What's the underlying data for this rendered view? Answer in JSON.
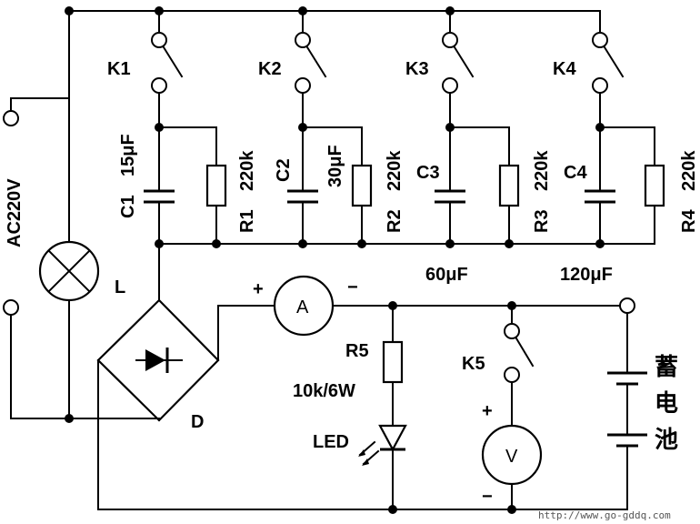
{
  "source": {
    "label": "AC220V"
  },
  "lamp": {
    "label": "L"
  },
  "bridge": {
    "label": "D"
  },
  "branches": [
    {
      "switch": "K1",
      "cap": "C1",
      "cap_value": "15μF",
      "res": "R1",
      "res_value": "220k"
    },
    {
      "switch": "K2",
      "cap": "C2",
      "cap_value": "30μF",
      "res": "R2",
      "res_value": "220k"
    },
    {
      "switch": "K3",
      "cap": "C3",
      "cap_value": "60μF",
      "res": "R3",
      "res_value": "220k"
    },
    {
      "switch": "K4",
      "cap": "C4",
      "cap_value": "120μF",
      "res": "R4",
      "res_value": "220k"
    }
  ],
  "ammeter": {
    "symbol": "A",
    "plus": "+",
    "minus": "−"
  },
  "r5": {
    "label": "R5",
    "value": "10k/6W"
  },
  "led": {
    "label": "LED"
  },
  "k5": {
    "label": "K5"
  },
  "voltmeter": {
    "symbol": "V",
    "plus": "+",
    "minus": "−"
  },
  "battery": {
    "label_1": "蓄",
    "label_2": "电",
    "label_3": "池"
  },
  "watermark": {
    "text": "http://www.go-gddq.com"
  }
}
